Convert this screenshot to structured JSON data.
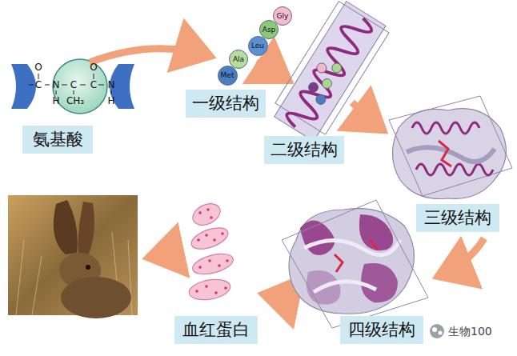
{
  "diagram": {
    "nodes": [
      {
        "text": [
          "氨基酸"
        ]
      },
      {
        "text": [
          "Met"
        ]
      },
      {
        "text": [
          "Ala"
        ]
      },
      {
        "text": [
          "Leu"
        ]
      },
      {
        "text": [
          "Asp"
        ]
      },
      {
        "text": [
          "Gly"
        ]
      },
      {
        "text": [
          "一级结构"
        ]
      },
      {
        "text": [
          "二级结构"
        ]
      },
      {
        "text": [
          "三级结构"
        ]
      },
      {
        "text": [
          "四级结构"
        ]
      },
      {
        "text": [
          "血红蛋白"
        ]
      }
    ],
    "labels": [
      "O",
      "C",
      "N",
      "C",
      "C",
      "O",
      "H",
      "CH₃",
      "H",
      "N",
      "生物100"
    ]
  }
}
